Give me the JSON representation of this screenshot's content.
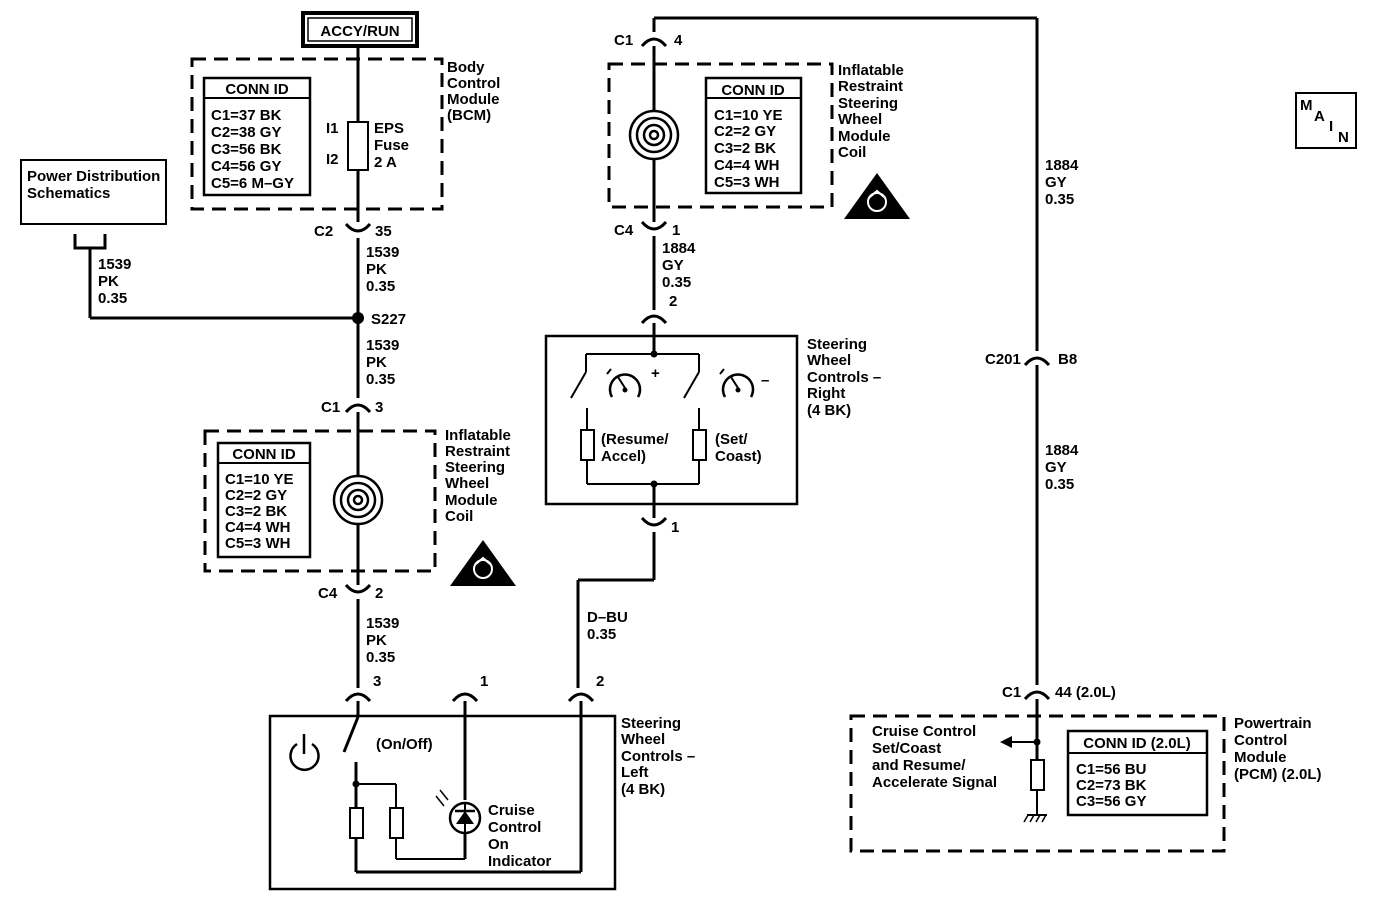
{
  "power_source": {
    "label": "ACCY/RUN"
  },
  "power_distribution": {
    "line1": "Power Distribution",
    "line2": "Schematics"
  },
  "bcm": {
    "name_lines": [
      "Body",
      "Control",
      "Module",
      "(BCM)"
    ],
    "conn_title": "CONN ID",
    "conn_rows": [
      "C1=37 BK",
      "C2=38 GY",
      "C3=56 BK",
      "C4=56 GY",
      "C5=6 M–GY"
    ],
    "fuse_lines": [
      "EPS",
      "Fuse",
      "2 A"
    ],
    "pin_in": "I1",
    "pin_out": "I2"
  },
  "bcm_connector": {
    "name": "C2",
    "pin": "35"
  },
  "wire_bcm_splice": [
    "1539",
    "PK",
    "0.35"
  ],
  "wire_pd_splice": [
    "1539",
    "PK",
    "0.35"
  ],
  "splice": {
    "name": "S227"
  },
  "wire_splice_coil": [
    "1539",
    "PK",
    "0.35"
  ],
  "left_coil_top_connector": {
    "name": "C1",
    "pin": "3"
  },
  "left_coil": {
    "name_lines": [
      "Inflatable",
      "Restraint",
      "Steering",
      "Wheel",
      "Module",
      "Coil"
    ],
    "conn_title": "CONN ID",
    "conn_rows": [
      "C1=10 YE",
      "C2=2 GY",
      "C3=2 BK",
      "C4=4 WH",
      "C5=3 WH"
    ]
  },
  "left_coil_bottom_connector": {
    "name": "C4",
    "pin": "2"
  },
  "wire_coil_left_controls": [
    "1539",
    "PK",
    "0.35"
  ],
  "left_controls": {
    "name_lines": [
      "Steering",
      "Wheel",
      "Controls –",
      "Left",
      "(4 BK)"
    ],
    "pin_a": "3",
    "pin_b": "1",
    "pin_c": "2",
    "switch_label": "(On/Off)",
    "indicator_lines": [
      "Cruise",
      "Control",
      "On",
      "Indicator"
    ]
  },
  "right_coil_top_connector": {
    "name": "C1",
    "pin": "4"
  },
  "right_coil": {
    "name_lines": [
      "Inflatable",
      "Restraint",
      "Steering",
      "Wheel",
      "Module",
      "Coil"
    ],
    "conn_title": "CONN ID",
    "conn_rows": [
      "C1=10 YE",
      "C2=2 GY",
      "C3=2 BK",
      "C4=4 WH",
      "C5=3 WH"
    ]
  },
  "right_coil_bottom_connector": {
    "name": "C4",
    "pin": "1"
  },
  "wire_coil_right_controls": [
    "1884",
    "GY",
    "0.35"
  ],
  "right_controls": {
    "name_lines": [
      "Steering",
      "Wheel",
      "Controls –",
      "Right",
      "(4 BK)"
    ],
    "top_pin": "2",
    "bottom_pin": "1",
    "plus": "+",
    "minus": "–",
    "resume_lines": [
      "(Resume/",
      "Accel)"
    ],
    "set_lines": [
      "(Set/",
      "Coast)"
    ]
  },
  "wire_right_left": [
    "D–BU",
    "0.35"
  ],
  "wire_top_run": [
    "1884",
    "GY",
    "0.35"
  ],
  "inline_connector": {
    "name": "C201",
    "pin": "B8"
  },
  "wire_c201_pcm": [
    "1884",
    "GY",
    "0.35"
  ],
  "pcm_connector": {
    "name": "C1",
    "pin": "44 (2.0L)"
  },
  "pcm": {
    "name_lines": [
      "Powertrain",
      "Control",
      "Module",
      "(PCM)  (2.0L)"
    ],
    "signal_lines": [
      "Cruise Control",
      "Set/Coast",
      "and Resume/",
      "Accelerate Signal"
    ],
    "conn_title": "CONN ID (2.0L)",
    "conn_rows": [
      "C1=56 BU",
      "C2=73 BK",
      "C3=56 GY"
    ]
  },
  "main_badge": {
    "letters": [
      "M",
      "A",
      "I",
      "N"
    ]
  }
}
